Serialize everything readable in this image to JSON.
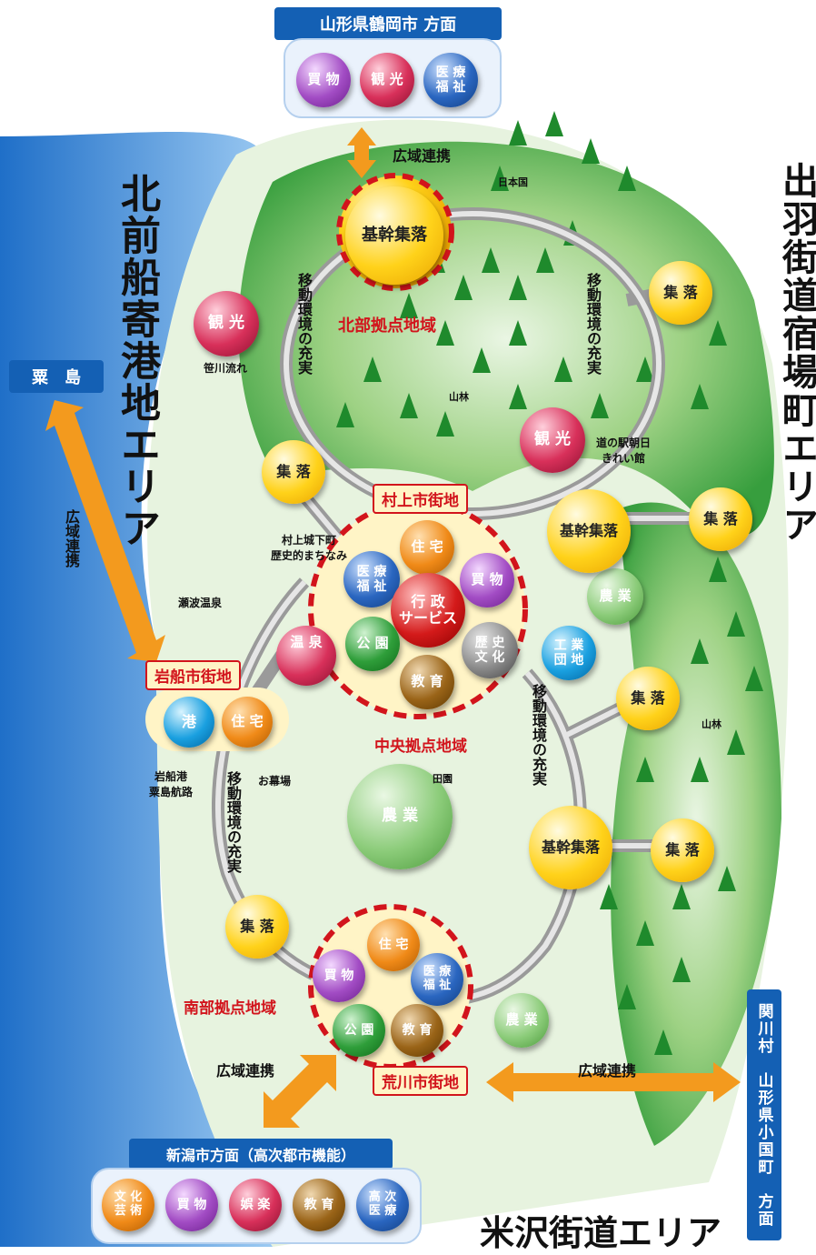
{
  "top_direction": {
    "title": "山形県鶴岡市 方面",
    "items": [
      "買 物",
      "観 光",
      "医 療\n福 祉"
    ]
  },
  "bottom_direction": {
    "title": "新潟市方面（高次都市機能）",
    "items": [
      "文 化\n芸 術",
      "買 物",
      "娯 楽",
      "教 育",
      "高 次\n医 療"
    ]
  },
  "area_labels": {
    "left": "北前船寄港地エリア",
    "right": "出羽街道宿場町エリア",
    "bottom": "米沢街道エリア"
  },
  "island": "粟　島",
  "sekikawa": "関川村　山形県小国町　方面",
  "wide_links": [
    "広域連携",
    "広域連携",
    "広域連携",
    "広域連携"
  ],
  "zones": {
    "north": "北部拠点地域",
    "central": "中央拠点地域",
    "south": "南部拠点地域"
  },
  "towns": {
    "murakami": "村上市街地",
    "iwafune": "岩船市街地",
    "arakawa": "荒川市街地"
  },
  "movement": [
    "移動環境の充実",
    "移動環境の充実",
    "移動環境の充実",
    "移動環境の充実"
  ],
  "places": {
    "kikan": "基幹集落",
    "shuraku": "集 落",
    "kanko": "観 光",
    "nogyo": "農 業",
    "onsen": "温 泉",
    "kogyo": "工 業\n団 地"
  },
  "central_functions": [
    "住 宅",
    "医 療\n福 祉",
    "買 物",
    "行 政\nサービス",
    "公 園",
    "歴 史\n文 化",
    "教 育"
  ],
  "iwafune_functions": [
    "港",
    "住 宅"
  ],
  "south_functions": [
    "住 宅",
    "買 物",
    "医 療\n福 祉",
    "公 園",
    "教 育"
  ],
  "small_notes": {
    "nihonkoku": "日本国",
    "sasagawa": "笹川流れ",
    "sanrin1": "山林",
    "sanrin2": "山林",
    "michinoeki": "道の駅朝日\nきれい館",
    "jokamachi": "村上城下町\n歴史的まちなみ",
    "senami": "瀬波温泉",
    "iwafunekou": "岩船港\n粟島航路",
    "omakuba": "お幕場",
    "denen": "田園"
  },
  "colors": {
    "sea": "#2a7fd0",
    "forest": "#2f9e3a",
    "field": "#cfe8c4",
    "road": "#a9a9a9",
    "arrow": "#f39a1e",
    "header": "#1460b4",
    "zone_dash": "#d2141c"
  }
}
